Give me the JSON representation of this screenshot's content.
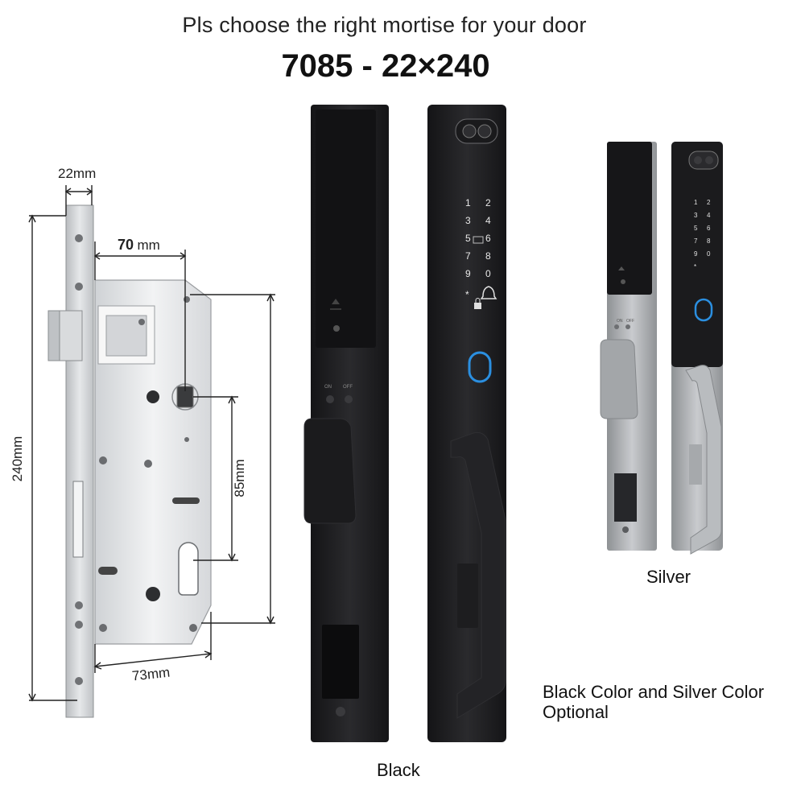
{
  "header": {
    "subtitle": "Pls choose the right mortise for your door",
    "model": "7085 - 22×240"
  },
  "mortise": {
    "dims": {
      "faceplate_width": "22mm",
      "backset": "70",
      "backset_unit": "mm",
      "total_height": "240mm",
      "center_distance": "85mm",
      "body_width": "73mm"
    }
  },
  "locks": {
    "black_caption": "Black",
    "silver_caption": "Silver",
    "keypad_keys": [
      "1",
      "2",
      "3",
      "4",
      "5",
      "6",
      "7",
      "8",
      "9",
      "0",
      "*"
    ],
    "switch_on": "ON",
    "switch_off": "OFF"
  },
  "note": {
    "line1": "Black Color and Silver Color",
    "line2": "Optional"
  },
  "colors": {
    "black_body": "#1c1c1e",
    "silver_body": "#a9abae",
    "fingerprint_ring": "#2b8fe0",
    "mortise_steel": "#e4e6e8"
  }
}
